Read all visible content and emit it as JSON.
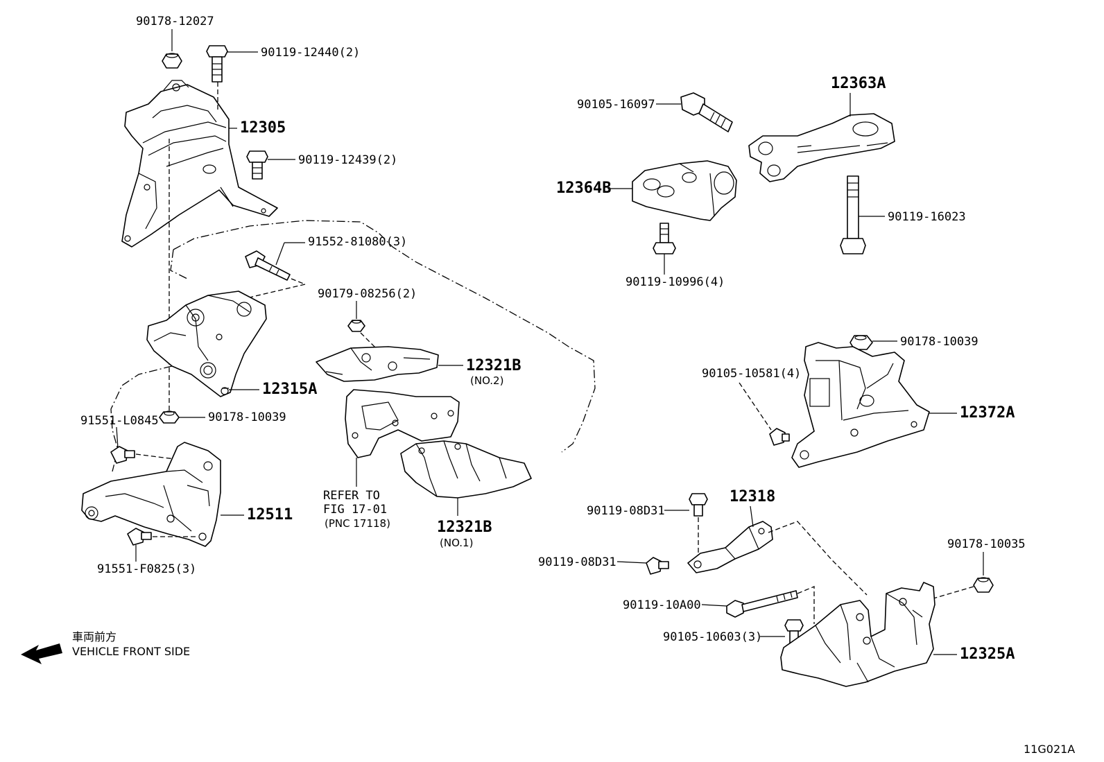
{
  "direction": {
    "japanese": "車両前方",
    "english": "VEHICLE FRONT SIDE"
  },
  "figure_code": "11G021A",
  "callouts": {
    "c_90178_12027": "90178-12027",
    "c_90119_12440": "90119-12440(2)",
    "c_12305": "12305",
    "c_90119_12439": "90119-12439(2)",
    "c_91552_81080": "91552-81080(3)",
    "c_90179_08256": "90179-08256(2)",
    "c_12315A": "12315A",
    "c_12321B_no2": "12321B",
    "c_no2": "(NO.2)",
    "c_91551_L0845": "91551-L0845",
    "c_90178_10039_left": "90178-10039",
    "c_12511": "12511",
    "c_91551_F0825": "91551-F0825(3)",
    "c_refer1": "REFER TO",
    "c_refer2": "FIG 17-01",
    "c_refer3": "(PNC 17118)",
    "c_12321B_no1": "12321B",
    "c_no1": "(NO.1)",
    "c_90105_16097": "90105-16097",
    "c_12363A": "12363A",
    "c_12364B": "12364B",
    "c_90119_16023": "90119-16023",
    "c_90119_10996": "90119-10996(4)",
    "c_90178_10039_right": "90178-10039",
    "c_90105_10581": "90105-10581(4)",
    "c_12372A": "12372A",
    "c_90119_08D31_top": "90119-08D31",
    "c_12318": "12318",
    "c_90119_08D31_mid": "90119-08D31",
    "c_90178_10035": "90178-10035",
    "c_90119_10A00": "90119-10A00",
    "c_90105_10603": "90105-10603(3)",
    "c_12325A": "12325A"
  }
}
